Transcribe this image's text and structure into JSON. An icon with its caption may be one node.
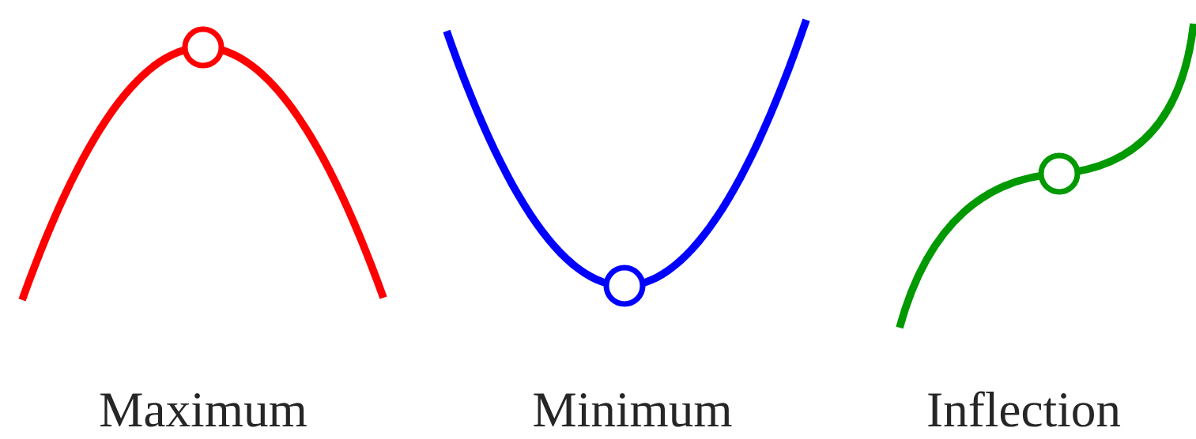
{
  "diagram": {
    "labels": [
      "Maximum",
      "Minimum",
      "Inflection"
    ]
  }
}
